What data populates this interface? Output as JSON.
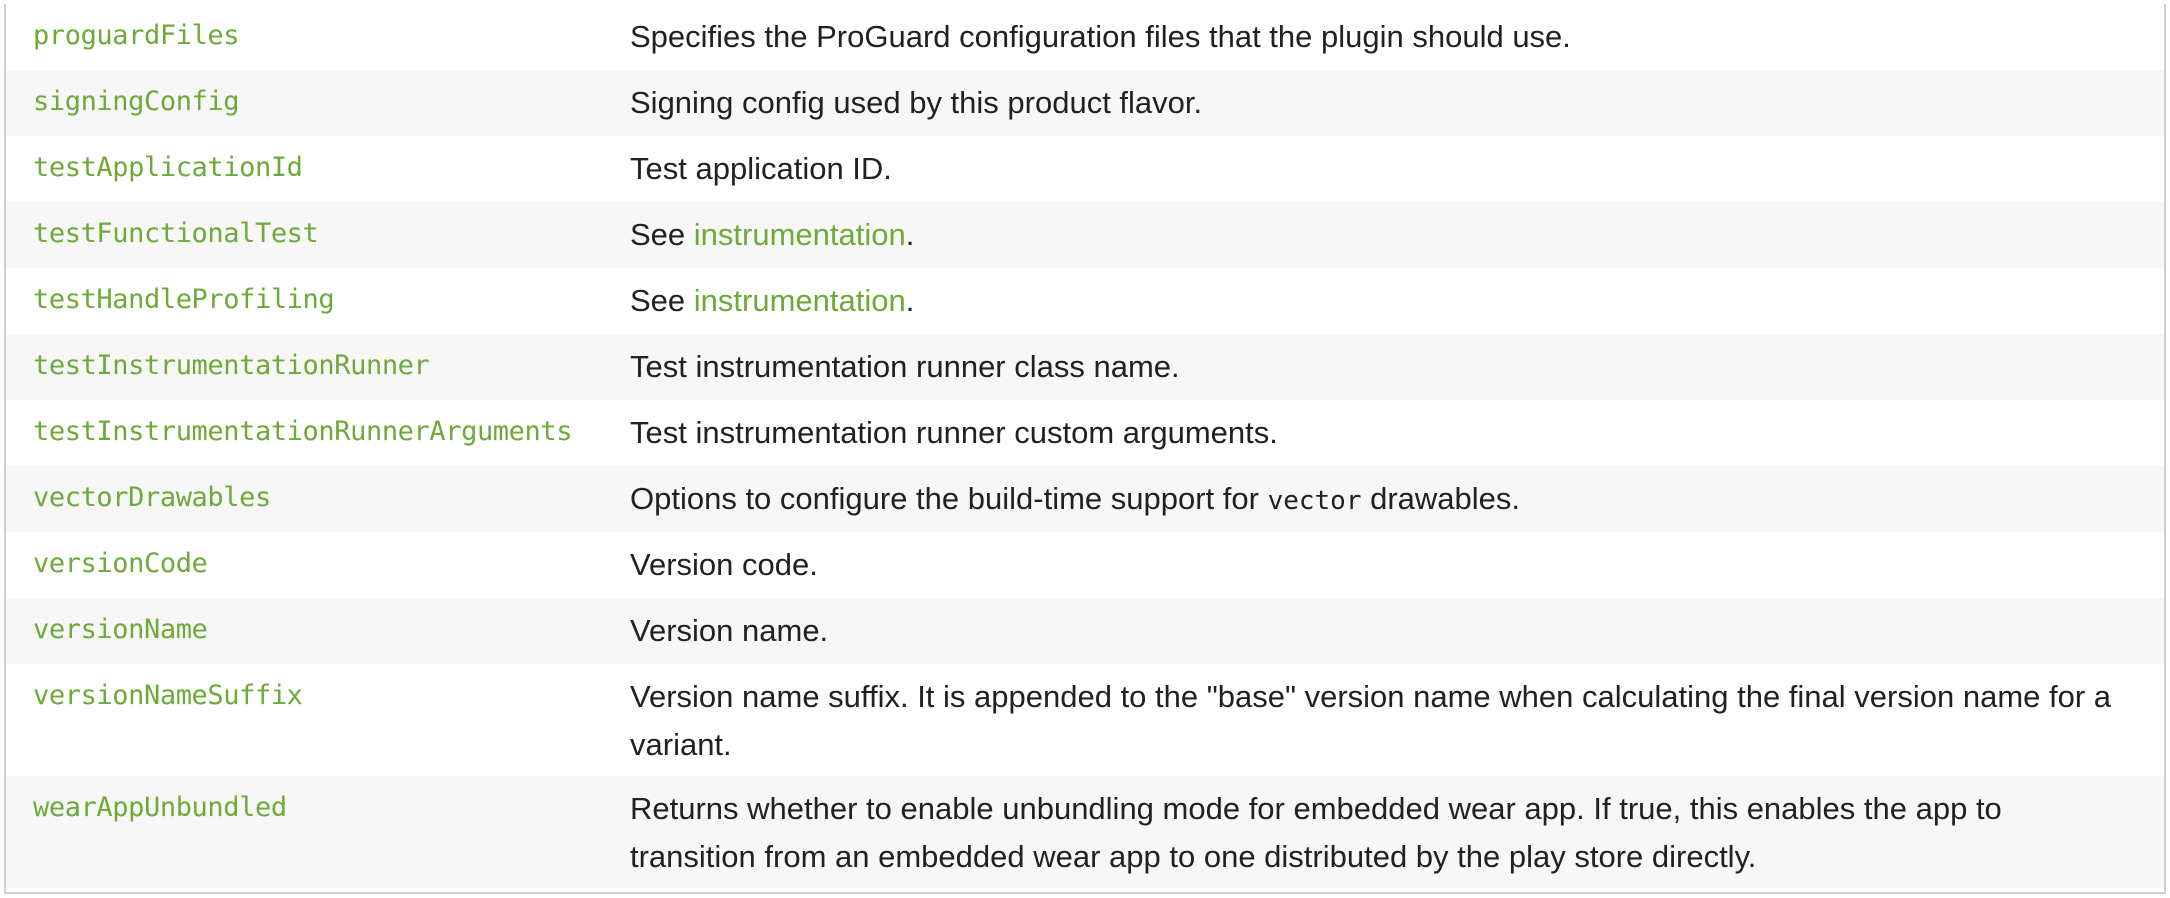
{
  "rows": [
    {
      "name": "proguardFiles",
      "description": "Specifies the ProGuard configuration files that the plugin should use."
    },
    {
      "name": "signingConfig",
      "description": "Signing config used by this product flavor."
    },
    {
      "name": "testApplicationId",
      "description": "Test application ID."
    },
    {
      "name": "testFunctionalTest",
      "prefix": "See ",
      "link": "instrumentation",
      "suffix": "."
    },
    {
      "name": "testHandleProfiling",
      "prefix": "See ",
      "link": "instrumentation",
      "suffix": "."
    },
    {
      "name": "testInstrumentationRunner",
      "description": "Test instrumentation runner class name."
    },
    {
      "name": "testInstrumentationRunnerArguments",
      "description": "Test instrumentation runner custom arguments."
    },
    {
      "name": "vectorDrawables",
      "prefix": "Options to configure the build-time support for ",
      "code": "vector",
      "suffix": " drawables."
    },
    {
      "name": "versionCode",
      "description": "Version code."
    },
    {
      "name": "versionName",
      "description": "Version name."
    },
    {
      "name": "versionNameSuffix",
      "description": "Version name suffix. It is appended to the \"base\" version name when calculating the final version name for a variant."
    },
    {
      "name": "wearAppUnbundled",
      "description": "Returns whether to enable unbundling mode for embedded wear app. If true, this enables the app to transition from an embedded wear app to one distributed by the play store directly."
    }
  ],
  "colors": {
    "accent": "#6ea93a",
    "text": "#202124",
    "row_alt": "#f7f7f7",
    "border": "#cfcfcf"
  }
}
